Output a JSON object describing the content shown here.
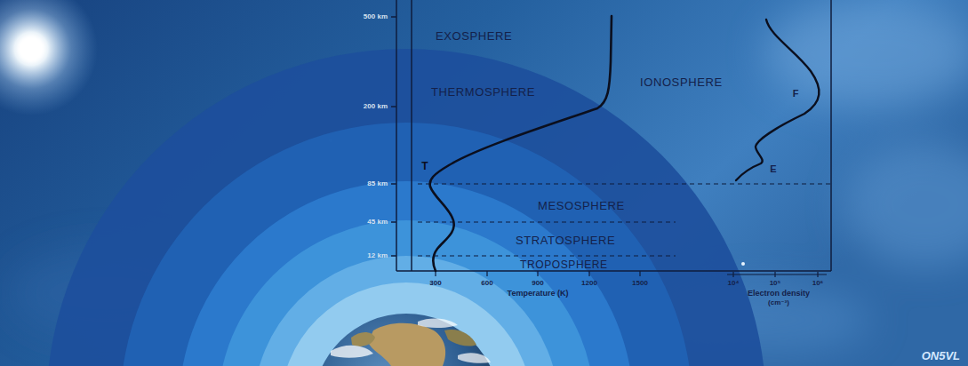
{
  "diagram": {
    "labels": [
      "500 km",
      "EXOSPHERE",
      "IONOSPHERE",
      "THERMOSPHERE",
      "F",
      "200 km",
      "T",
      "E",
      "85 km",
      "MESOSPHERE",
      "45 km",
      "STRATOSPHERE",
      "12 km",
      "TROPOSPHERE",
      "300",
      "600",
      "900",
      "1200",
      "1500",
      "Temperature (K)",
      "10⁴",
      "10⁵",
      "10⁶",
      "Electron density",
      "(cm⁻³)",
      "ON5VL"
    ]
  }
}
